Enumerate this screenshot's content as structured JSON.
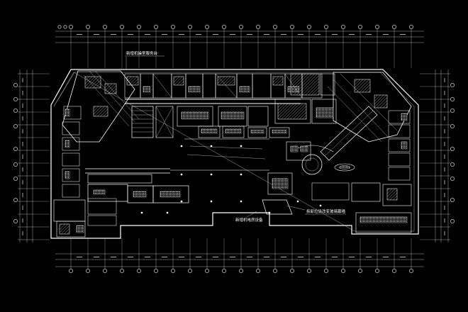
{
  "drawing": {
    "type": "architectural floor plan (CAD, white on black)",
    "background": "#000000",
    "line_color": "#ffffff"
  },
  "labels": {
    "top_note": "新增机操室服务台",
    "bottom_note_right": "拆卸垃圾改变玻璃幕墙",
    "bottom_note_center": "新增机电房设备"
  },
  "icons": {
    "north_marker": "circle-marker",
    "grid_bubble": "grid-axis-bubble"
  }
}
